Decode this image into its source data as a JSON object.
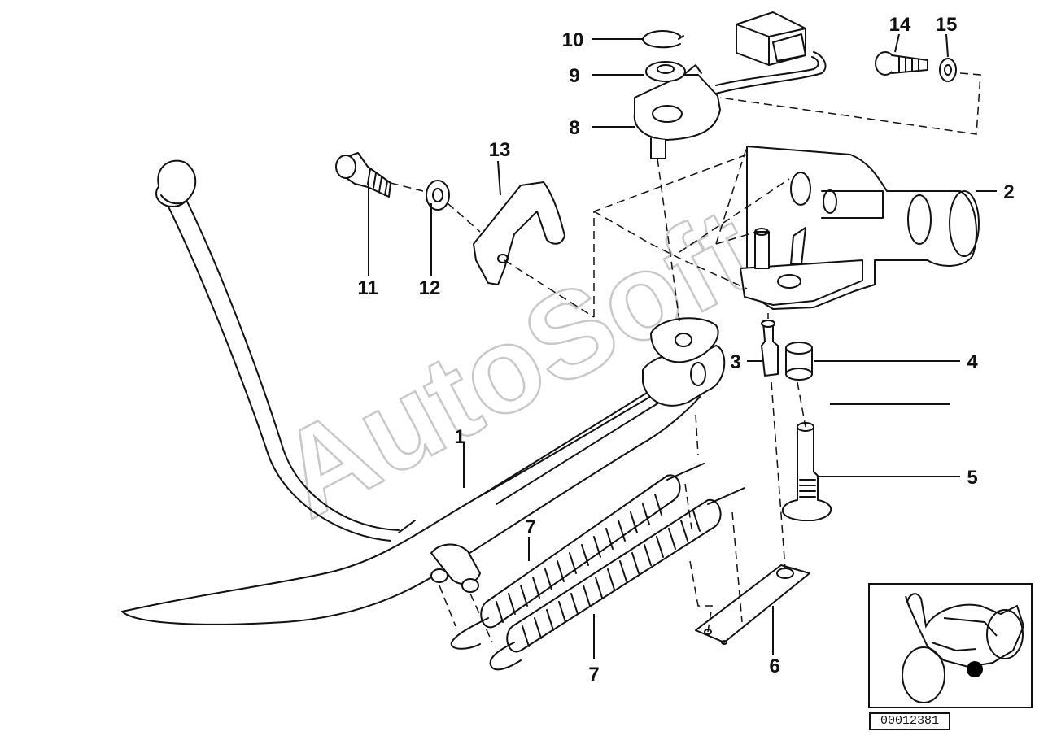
{
  "watermark": "AutoSoft",
  "reference_code": "00012381",
  "part_labels": [
    "1",
    "2",
    "3",
    "4",
    "5",
    "6",
    "7",
    "7",
    "8",
    "9",
    "10",
    "11",
    "12",
    "13",
    "14",
    "15"
  ],
  "colors": {
    "ink": "#111111",
    "watermark": "#c8c8c8",
    "locator_dot": "#000000"
  },
  "locator_icon": "motorcycle-outline-icon"
}
